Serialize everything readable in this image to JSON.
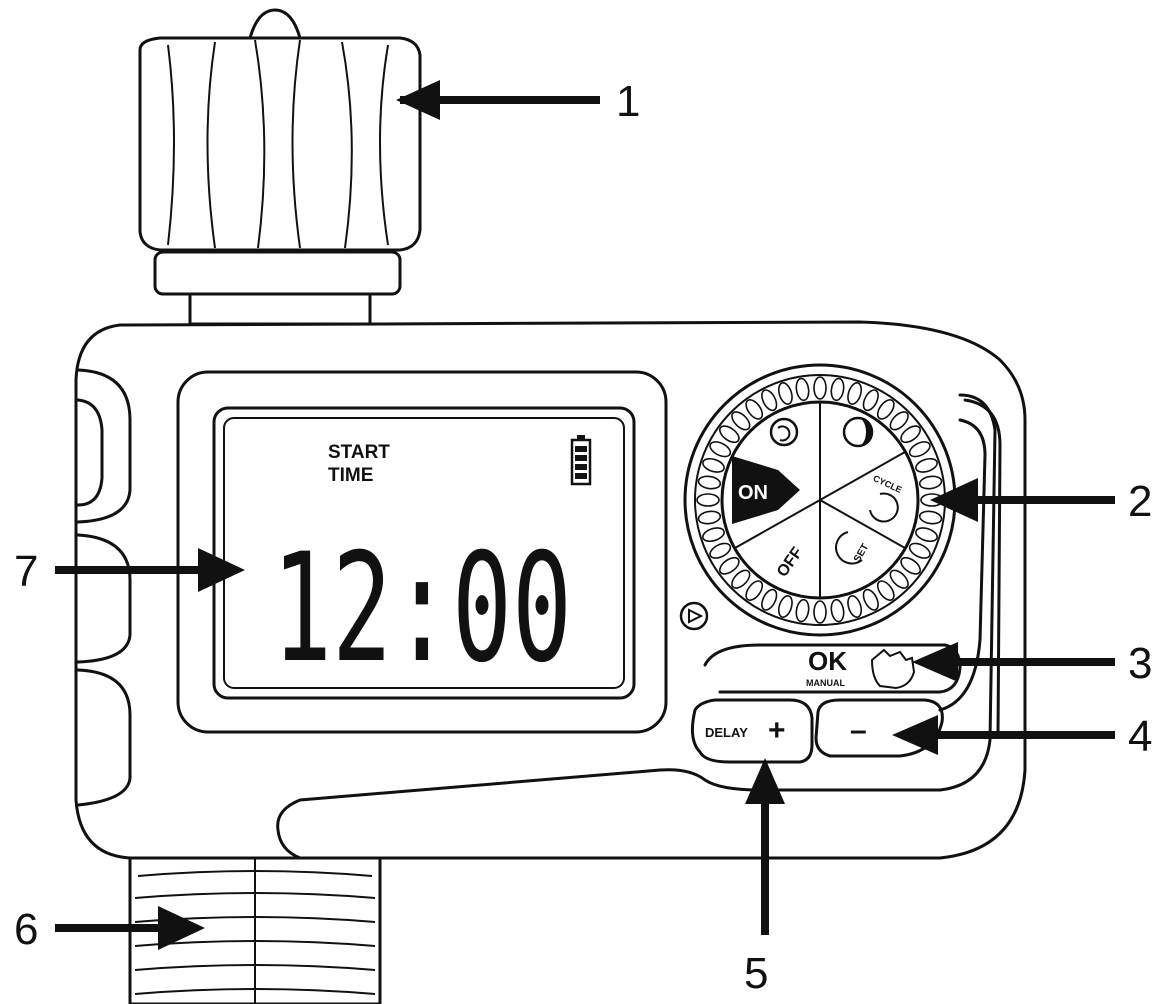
{
  "display": {
    "label_line1": "START",
    "label_line2": "TIME",
    "time": "12:00",
    "battery_icon": "battery-icon"
  },
  "dial": {
    "on_label": "ON",
    "off_label": "OFF",
    "cycle_label": "CYCLE",
    "set_label": "SET",
    "icons": [
      "clock-reset-icon",
      "sun-moon-icon",
      "cycle-icon",
      "set-clock-icon"
    ]
  },
  "buttons": {
    "ok_label": "OK",
    "manual_label": "MANUAL",
    "delay_label": "DELAY",
    "plus_label": "+",
    "minus_label": "–"
  },
  "callouts": [
    "1",
    "2",
    "3",
    "4",
    "5",
    "6",
    "7"
  ]
}
